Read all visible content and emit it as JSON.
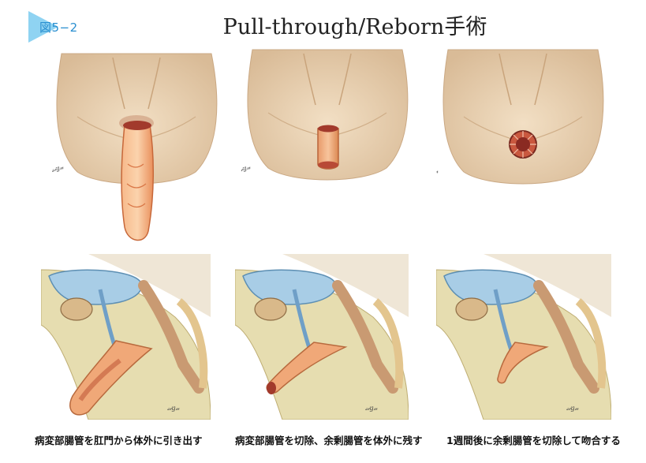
{
  "figure_label": "図5−2",
  "title": "Pull-through/Reborn手術",
  "captions": [
    "病変部腸管を肛門から体外に引き出す",
    "病変部腸管を切除、余剰腸管を体外に残す",
    "1週間後に余剰腸管を切除して吻合する"
  ],
  "colors": {
    "skin": "#e8d2b4",
    "bowel": "#f0a878",
    "mucosa": "#a23a2c",
    "bladder": "#a8cde6",
    "fig_tag": "#8fd3f2"
  }
}
